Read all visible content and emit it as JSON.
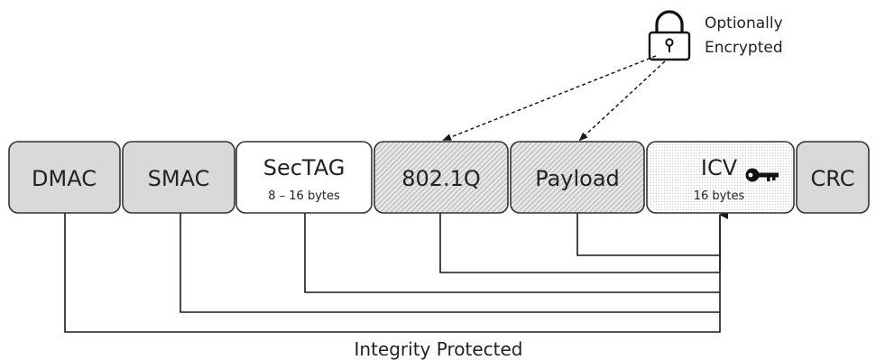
{
  "frame": {
    "fields": [
      {
        "label": "DMAC",
        "sublabel": "",
        "style": "gray"
      },
      {
        "label": "SMAC",
        "sublabel": "",
        "style": "gray"
      },
      {
        "label": "SecTAG",
        "sublabel": "8 – 16 bytes",
        "style": "white"
      },
      {
        "label": "802.1Q",
        "sublabel": "",
        "style": "hatched"
      },
      {
        "label": "Payload",
        "sublabel": "",
        "style": "hatched"
      },
      {
        "label": "ICV",
        "sublabel": "16 bytes",
        "style": "dotted"
      },
      {
        "label": "CRC",
        "sublabel": "",
        "style": "gray"
      }
    ]
  },
  "encryption_note": {
    "line1": "Optionally",
    "line2": "Encrypted",
    "icon": "lock-icon"
  },
  "icv_icon": "key-icon",
  "integrity_label": "Integrity Protected",
  "colors": {
    "gray_fill": "#d9d9d9",
    "border": "#333333",
    "line": "#1a1a1a"
  }
}
